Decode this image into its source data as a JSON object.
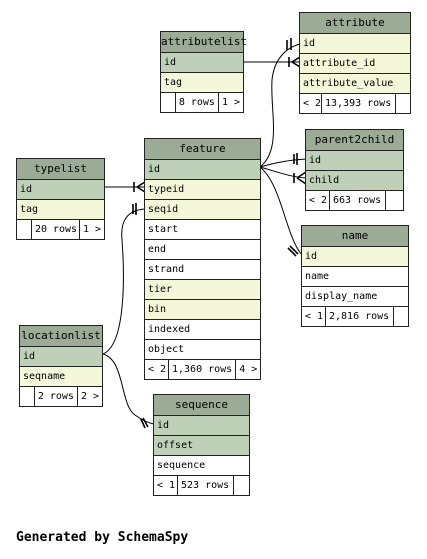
{
  "tables": {
    "attributelist": {
      "title": "attributelist",
      "rows": [
        {
          "name": "id",
          "kind": "pk"
        },
        {
          "name": "tag",
          "kind": "fk"
        }
      ],
      "foot": [
        "",
        "8 rows",
        "1 >"
      ]
    },
    "attribute": {
      "title": "attribute",
      "rows": [
        {
          "name": "id",
          "kind": "fk"
        },
        {
          "name": "attribute_id",
          "kind": "fk"
        },
        {
          "name": "attribute_value",
          "kind": "fk"
        }
      ],
      "foot": [
        "< 2",
        "13,393 rows",
        ""
      ]
    },
    "parent2child": {
      "title": "parent2child",
      "rows": [
        {
          "name": "id",
          "kind": "pk"
        },
        {
          "name": "child",
          "kind": "pk"
        }
      ],
      "foot": [
        "< 2",
        "663 rows",
        ""
      ]
    },
    "typelist": {
      "title": "typelist",
      "rows": [
        {
          "name": "id",
          "kind": "pk"
        },
        {
          "name": "tag",
          "kind": "fk"
        }
      ],
      "foot": [
        "",
        "20 rows",
        "1 >"
      ]
    },
    "feature": {
      "title": "feature",
      "rows": [
        {
          "name": "id",
          "kind": "pk"
        },
        {
          "name": "typeid",
          "kind": "fk"
        },
        {
          "name": "seqid",
          "kind": "fk"
        },
        {
          "name": "start",
          "kind": "plain"
        },
        {
          "name": "end",
          "kind": "plain"
        },
        {
          "name": "strand",
          "kind": "plain"
        },
        {
          "name": "tier",
          "kind": "fk"
        },
        {
          "name": "bin",
          "kind": "fk"
        },
        {
          "name": "indexed",
          "kind": "plain"
        },
        {
          "name": "object",
          "kind": "plain"
        }
      ],
      "foot": [
        "< 2",
        "1,360 rows",
        "4 >"
      ]
    },
    "name": {
      "title": "name",
      "rows": [
        {
          "name": "id",
          "kind": "fk"
        },
        {
          "name": "name",
          "kind": "plain"
        },
        {
          "name": "display_name",
          "kind": "plain"
        }
      ],
      "foot": [
        "< 1",
        "2,816 rows",
        ""
      ]
    },
    "locationlist": {
      "title": "locationlist",
      "rows": [
        {
          "name": "id",
          "kind": "pk"
        },
        {
          "name": "seqname",
          "kind": "fk"
        }
      ],
      "foot": [
        "",
        "2 rows",
        "2 >"
      ]
    },
    "sequence": {
      "title": "sequence",
      "rows": [
        {
          "name": "id",
          "kind": "pk"
        },
        {
          "name": "offset",
          "kind": "pk"
        },
        {
          "name": "sequence",
          "kind": "plain"
        }
      ],
      "foot": [
        "< 1",
        "523 rows",
        ""
      ]
    }
  },
  "footer": "Generated by SchemaSpy"
}
